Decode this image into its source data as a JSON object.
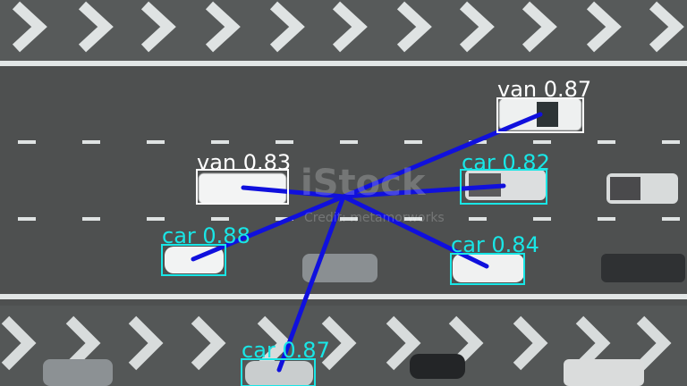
{
  "scene": {
    "kind": "aerial-highway",
    "road_color": "#4e5050",
    "marking_color": "#e8ecec"
  },
  "detections": [
    {
      "label": "van 0.87",
      "color": "#ffffff"
    },
    {
      "label": "van 0.83",
      "color": "#ffffff"
    },
    {
      "label": "car 0.82",
      "color": "#19e6e6"
    },
    {
      "label": "car 0.88",
      "color": "#19e6e6"
    },
    {
      "label": "car 0.84",
      "color": "#19e6e6"
    },
    {
      "label": "car 0.87",
      "color": "#19e6e6"
    }
  ],
  "links": {
    "color": "#1010dd"
  },
  "watermark": {
    "text": "iStock",
    "subtext": "Credit: metamorworks"
  }
}
